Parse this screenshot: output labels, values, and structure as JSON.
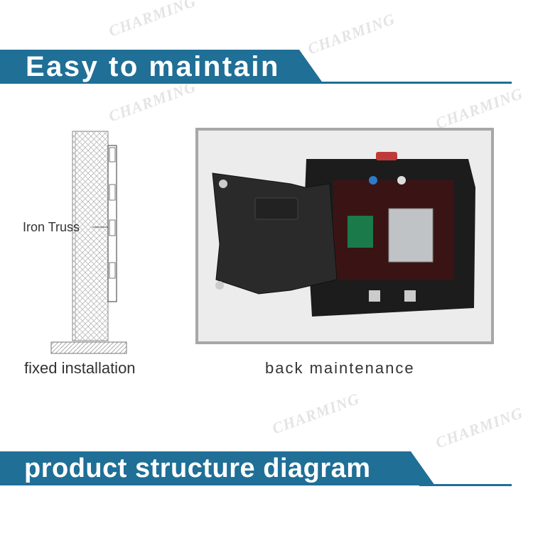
{
  "banner_top": {
    "title": "Easy to maintain"
  },
  "banner_bottom": {
    "title": "product structure diagram"
  },
  "diagram": {
    "truss_label": "Iron Truss",
    "caption": "fixed installation"
  },
  "photo": {
    "caption": "back maintenance",
    "subject": "led-cabinet-rear-open"
  },
  "watermark": {
    "text": "CHARMING"
  },
  "colors": {
    "banner": "#1f6f96",
    "frame": "#a7a7a7"
  }
}
